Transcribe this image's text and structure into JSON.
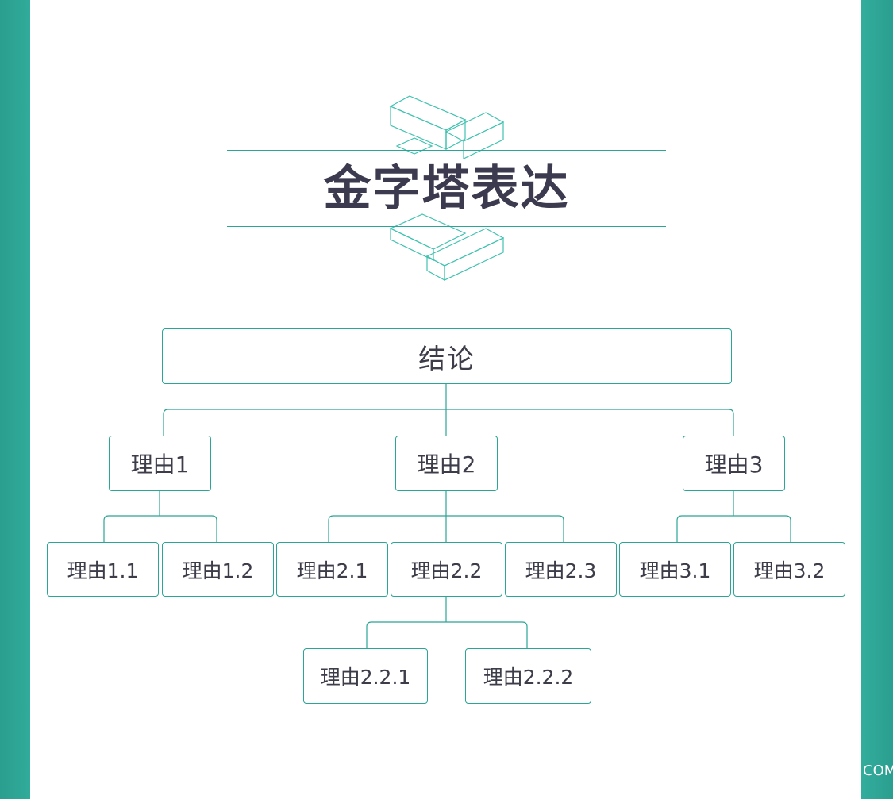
{
  "title": "金字塔表达",
  "watermark": "COM",
  "colors": {
    "accent": "#2aa596",
    "side_band": "#2ea898",
    "title_text": "#3b3a4e",
    "node_text": "#3d3d4a",
    "background": "#ffffff"
  },
  "tree": {
    "conclusion": "结论",
    "reason_1": {
      "label": "理由1",
      "children": [
        "理由1.1",
        "理由1.2"
      ]
    },
    "reason_2": {
      "label": "理由2",
      "children": [
        "理由2.1",
        "理由2.2",
        "理由2.3"
      ],
      "reason_2_2_children": [
        "理由2.2.1",
        "理由2.2.2"
      ]
    },
    "reason_3": {
      "label": "理由3",
      "children": [
        "理由3.1",
        "理由3.2"
      ]
    }
  }
}
